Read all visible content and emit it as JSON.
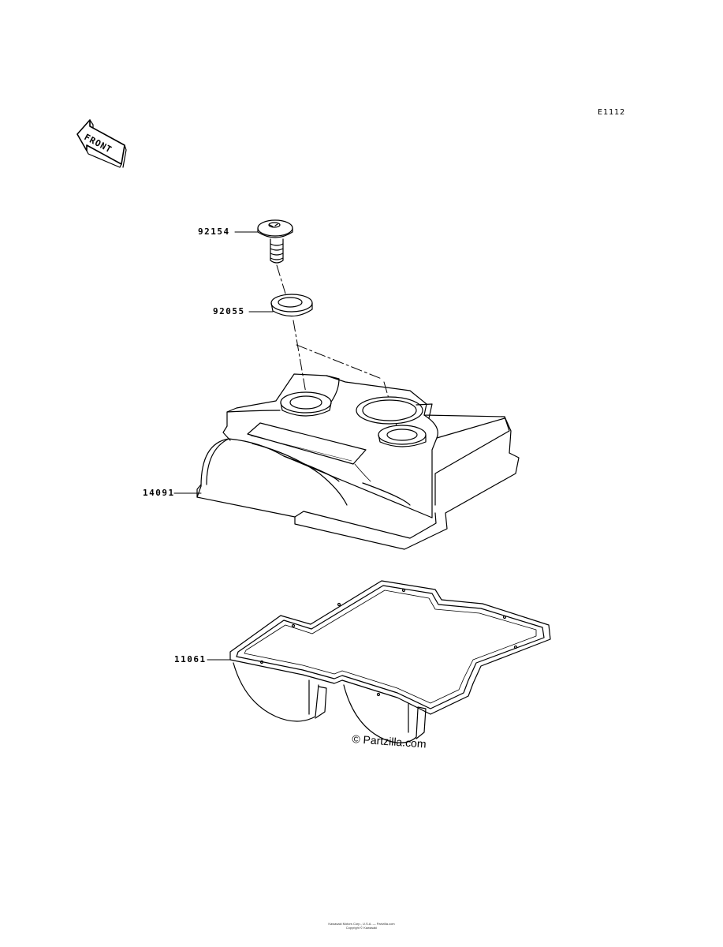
{
  "diagram": {
    "code": "E1112",
    "front_indicator": "FRONT",
    "parts": [
      {
        "number": "92154"
      },
      {
        "number": "92055"
      },
      {
        "number": "14091"
      },
      {
        "number": "11061"
      }
    ],
    "watermark": "© Partzilla.com",
    "footer_lines": [
      "Kawasaki Motors Corp., U.S.A. — Partzilla.com",
      "Copyright © Kawasaki"
    ]
  },
  "colors": {
    "line": "#000000",
    "background": "#ffffff"
  }
}
